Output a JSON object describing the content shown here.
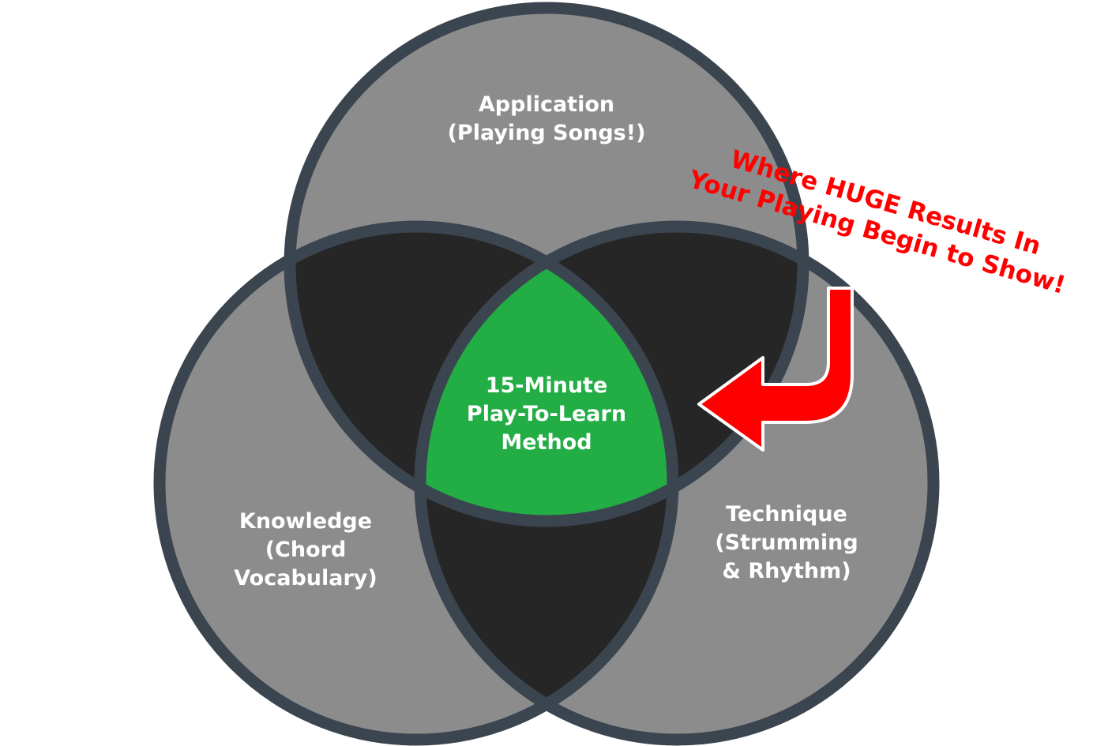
{
  "diagram": {
    "circles": {
      "application": {
        "line1": "Application",
        "line2": "(Playing Songs!)"
      },
      "knowledge": {
        "line1": "Knowledge",
        "line2": "(Chord",
        "line3": "Vocabulary)"
      },
      "technique": {
        "line1": "Technique",
        "line2": "(Strumming",
        "line3": "& Rhythm)"
      }
    },
    "center": {
      "line1": "15-Minute",
      "line2": "Play-To-Learn",
      "line3": "Method"
    },
    "callout": {
      "line1": "Where HUGE Results In",
      "line2": "Your Playing Begin to Show!"
    },
    "colors": {
      "circle_fill": "#8c8c8c",
      "circle_stroke": "#3b4550",
      "pair_overlap": "#262626",
      "center_fill": "#22ad45",
      "callout_red": "#ff0000",
      "label_text": "#ffffff"
    }
  }
}
